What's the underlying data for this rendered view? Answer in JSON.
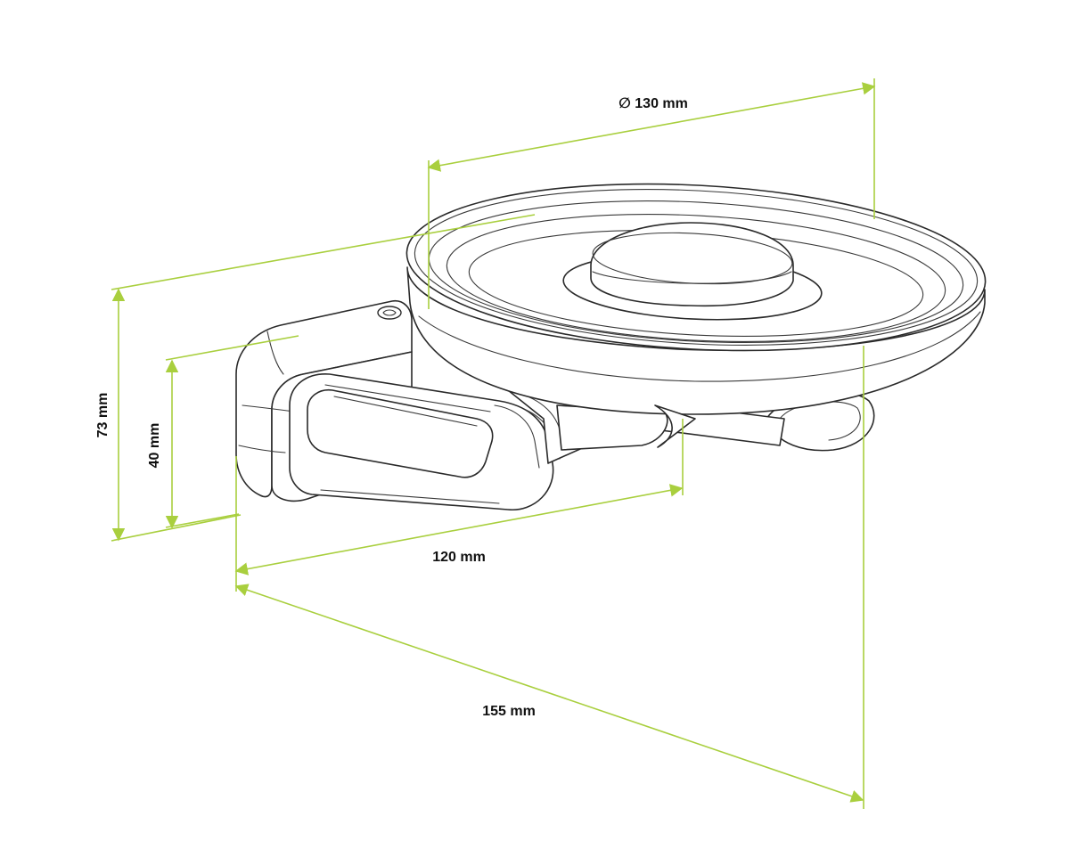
{
  "colors": {
    "dimension_line": "#a9cf3e",
    "product_outline": "#2a2a2a",
    "label_text": "#111111",
    "background": "#ffffff"
  },
  "dimensions": {
    "diameter": "∅ 130 mm",
    "height_total": "73 mm",
    "height_mount": "40 mm",
    "depth_arm": "120 mm",
    "depth_total": "155 mm"
  },
  "logo": {
    "mark": "logo-badge"
  }
}
